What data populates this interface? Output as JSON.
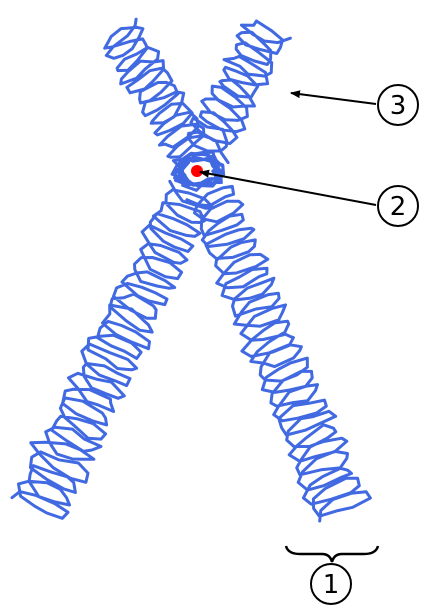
{
  "diagram": {
    "colors": {
      "chromatin": "#4169e1",
      "centromere": "#ff0000",
      "annotation": "#000000",
      "background": "#ffffff"
    },
    "callouts": [
      {
        "id": "1",
        "label": "1"
      },
      {
        "id": "2",
        "label": "2"
      },
      {
        "id": "3",
        "label": "3"
      }
    ]
  }
}
